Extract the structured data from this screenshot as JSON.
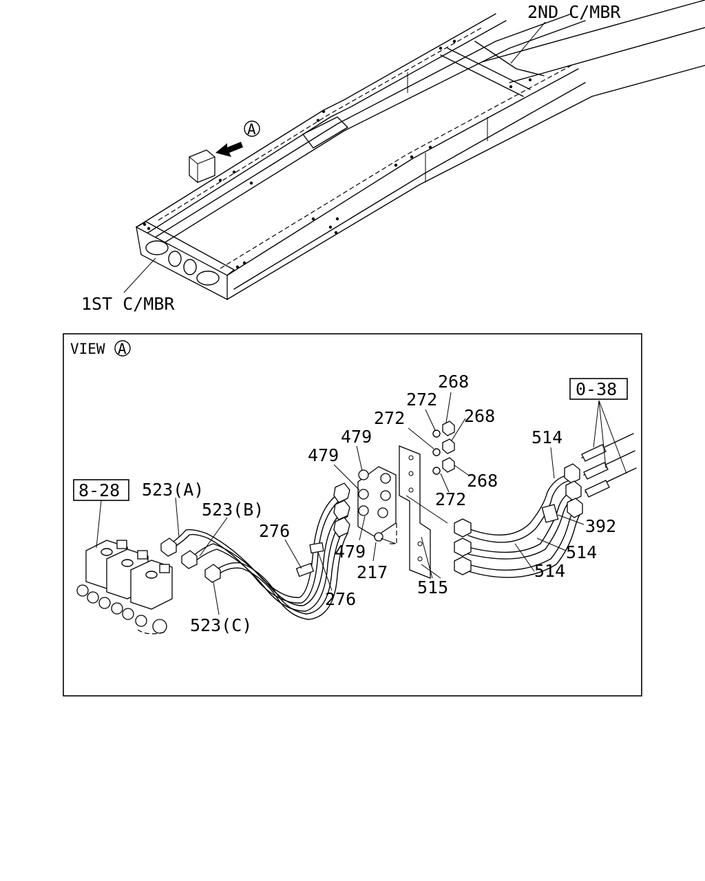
{
  "top_view": {
    "label_2nd": "2ND C/MBR",
    "label_1st": "1ST C/MBR",
    "view_marker": "A"
  },
  "detail_view": {
    "title_prefix": "VIEW",
    "title_marker": "A",
    "ref_8_28": "8-28",
    "ref_0_38": "0-38",
    "parts": {
      "p268a": "268",
      "p272a": "272",
      "p268b": "268",
      "p272b": "272",
      "p479a": "479",
      "p479b": "479",
      "p268c": "268",
      "p272c": "272",
      "p514a": "514",
      "p523a": "523(A)",
      "p523b": "523(B)",
      "p276a": "276",
      "p392": "392",
      "p514b": "514",
      "p479c": "479",
      "p514c": "514",
      "p217": "217",
      "p515": "515",
      "p276b": "276",
      "p523c": "523(C)"
    }
  }
}
